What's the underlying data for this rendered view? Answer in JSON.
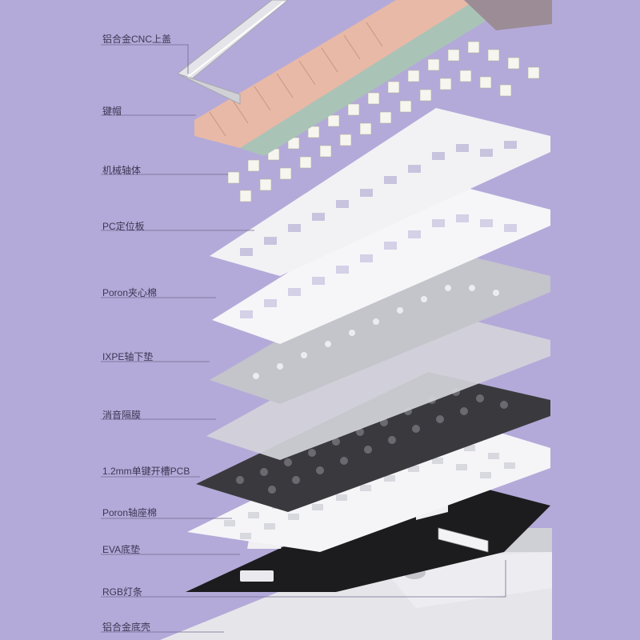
{
  "layers": [
    {
      "id": "top-case",
      "label": "铝合金CNC上盖"
    },
    {
      "id": "keycaps",
      "label": "键帽"
    },
    {
      "id": "switches",
      "label": "机械轴体"
    },
    {
      "id": "plate",
      "label": "PC定位板"
    },
    {
      "id": "poron-foam",
      "label": "Poron夹心棉"
    },
    {
      "id": "ixpe-pad",
      "label": "IXPE轴下垫"
    },
    {
      "id": "sound-film",
      "label": "消音隔膜"
    },
    {
      "id": "pcb",
      "label": "1.2mm单键开槽PCB"
    },
    {
      "id": "poron-switch-pad",
      "label": "Poron轴座棉"
    },
    {
      "id": "eva-pad",
      "label": "EVA底垫"
    },
    {
      "id": "rgb-strip",
      "label": "RGB灯条"
    },
    {
      "id": "bottom-case",
      "label": "铝合金底壳"
    }
  ],
  "colors": {
    "background": "#b4aad9",
    "keycap_pink": "#e8b9a6",
    "keycap_green": "#a9c4b6",
    "keycap_mauve": "#9c8c96",
    "plate_white": "#f2f2f5",
    "film_gray": "#c9c9cf",
    "pcb_dark": "#3a3a3e",
    "eva_black": "#1c1c1e",
    "aluminium": "#dcdce2"
  }
}
